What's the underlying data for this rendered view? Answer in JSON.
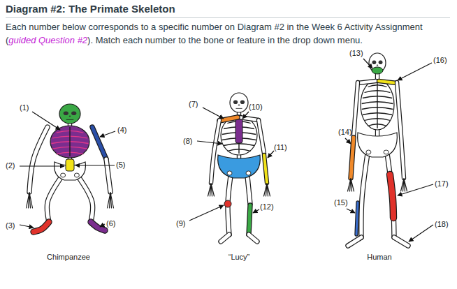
{
  "diagram": {
    "title": "Diagram #2: The Primate Skeleton",
    "labels": [
      "Each number below corresponds to a specific number on Diagram #2 in the Week 6 Activity Assignment (",
      "guided Question #2",
      "). Match each number to the bone or feature in the drop down menu.",
      "(1)",
      "(2)",
      "(3)",
      "(4)",
      "(5)",
      "(6)",
      "(7)",
      "(8)",
      "(9)",
      "(10)",
      "(11)",
      "(12)",
      "(13)",
      "(14)",
      "(15)",
      "(16)",
      "(17)",
      "(18)",
      "Chimpanzee",
      "“Lucy”",
      "Human"
    ]
  }
}
